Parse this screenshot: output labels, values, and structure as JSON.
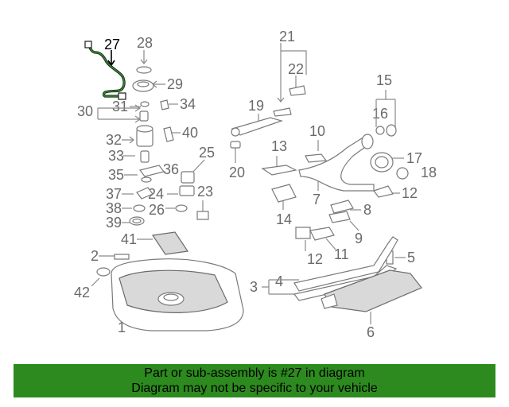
{
  "diagram": {
    "highlighted_part": "27",
    "callouts": [
      "27",
      "28",
      "29",
      "30",
      "31",
      "34",
      "32",
      "40",
      "33",
      "25",
      "35",
      "36",
      "37",
      "24",
      "23",
      "38",
      "26",
      "39",
      "41",
      "2",
      "42",
      "1",
      "21",
      "22",
      "19",
      "20",
      "10",
      "13",
      "14",
      "15",
      "16",
      "17",
      "18",
      "7",
      "12",
      "8",
      "9",
      "11",
      "12",
      "3",
      "4",
      "5",
      "6"
    ]
  },
  "banner": {
    "line1": "Part or sub-assembly is #27 in diagram",
    "line2": "Diagram may not be specific to your vehicle"
  },
  "colors": {
    "banner": "#2d8a1e",
    "highlight": "#000000",
    "part_line": "#7a7a7a"
  }
}
